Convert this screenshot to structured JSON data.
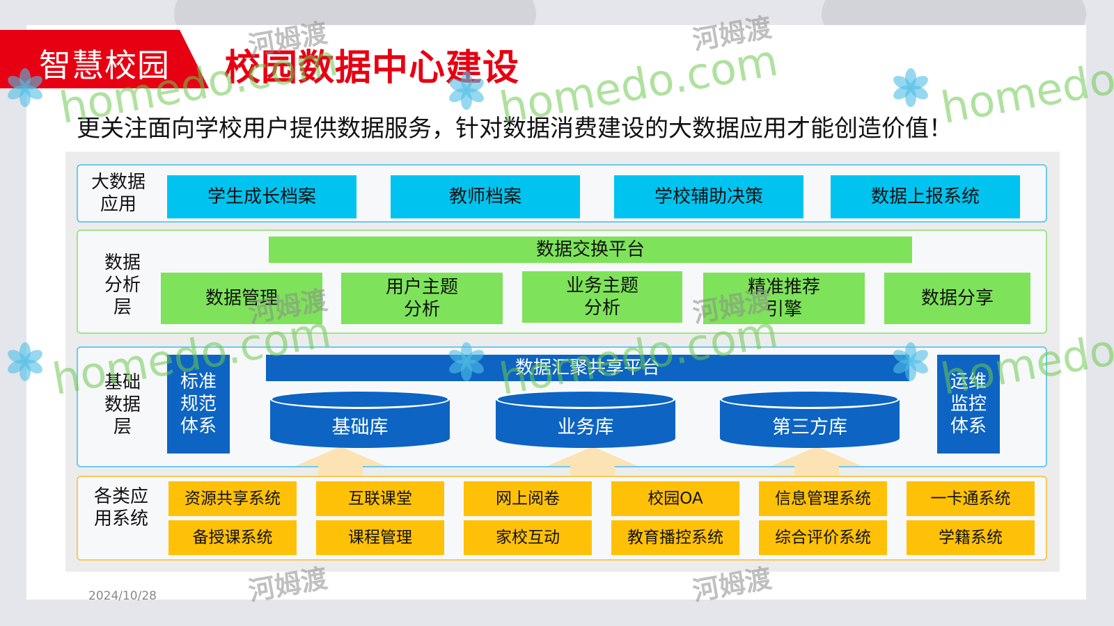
{
  "header": {
    "tag": "智慧校园",
    "title": "校园数据中心建设"
  },
  "subtitle": "更关注面向学校用户提供数据服务，针对数据消费建设的大数据应用才能创造价值！",
  "layers": {
    "app": {
      "label": "大数据应用",
      "items": [
        "学生成长档案",
        "教师档案",
        "学校辅助决策",
        "数据上报系统"
      ]
    },
    "analysis": {
      "label": "数据分析层",
      "platform": "数据交换平台",
      "items": [
        "数据管理",
        "用户主题分析",
        "业务主题分析",
        "精准推荐引擎",
        "数据分享"
      ]
    },
    "base": {
      "label": "基础数据层",
      "left": "标准规范体系",
      "right": "运维监控体系",
      "platform": "数据汇聚共享平台",
      "dbs": [
        "基础库",
        "业务库",
        "第三方库"
      ]
    },
    "systems": {
      "label": "各类应用系统",
      "row1": [
        "资源共享系统",
        "互联课堂",
        "网上阅卷",
        "校园OA",
        "信息管理系统",
        "一卡通系统"
      ],
      "row2": [
        "备授课系统",
        "课程管理",
        "家校互动",
        "教育播控系统",
        "综合评价系统",
        "学籍系统"
      ]
    }
  },
  "footer": {
    "date": "2024/10/28"
  },
  "watermark": {
    "latin": "homedo.com",
    "cn": "河姆渡"
  },
  "colors": {
    "brand_red": "#e60012",
    "app_cyan": "#00c4ef",
    "analysis_green": "#7ee35a",
    "base_blue": "#0d64c2",
    "system_yellow": "#ffc108"
  }
}
